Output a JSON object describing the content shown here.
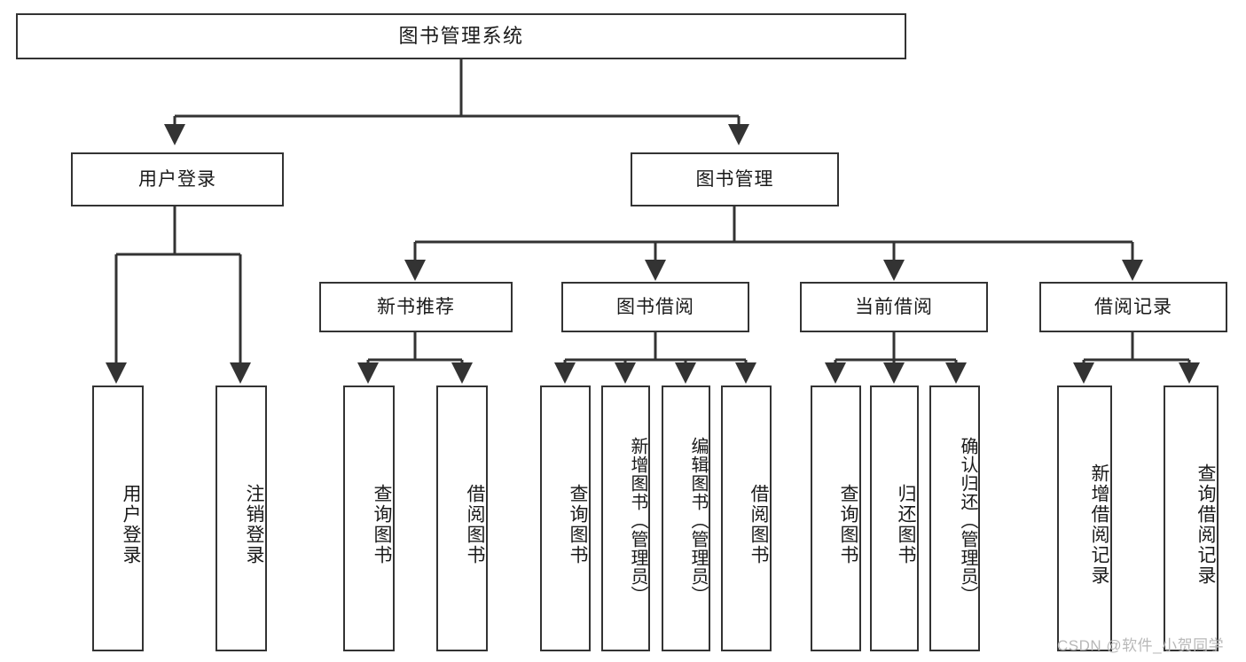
{
  "diagram": {
    "title": "图书管理系统",
    "type": "tree",
    "root": {
      "label": "图书管理系统"
    },
    "level2": [
      {
        "label": "用户登录"
      },
      {
        "label": "图书管理"
      }
    ],
    "level3": [
      {
        "label": "新书推荐"
      },
      {
        "label": "图书借阅"
      },
      {
        "label": "当前借阅"
      },
      {
        "label": "借阅记录"
      }
    ],
    "leaves": {
      "user_login": [
        {
          "label": "用户登录"
        },
        {
          "label": "注销登录"
        }
      ],
      "new_book_recommend": [
        {
          "label": "查询图书"
        },
        {
          "label": "借阅图书"
        }
      ],
      "book_borrow": [
        {
          "label": "查询图书"
        },
        {
          "label": "新增图书（管理员）"
        },
        {
          "label": "编辑图书（管理员）"
        },
        {
          "label": "借阅图书"
        }
      ],
      "current_borrow": [
        {
          "label": "查询图书"
        },
        {
          "label": "归还图书"
        },
        {
          "label": "确认归还（管理员）"
        }
      ],
      "borrow_record": [
        {
          "label": "新增借阅记录"
        },
        {
          "label": "查询借阅记录"
        }
      ]
    }
  },
  "watermark": {
    "text": "CSDN @软件_小贺同学"
  },
  "colors": {
    "stroke": "#333333",
    "background": "#ffffff",
    "text": "#1a1a1a",
    "watermark": "#b8b8b8"
  }
}
